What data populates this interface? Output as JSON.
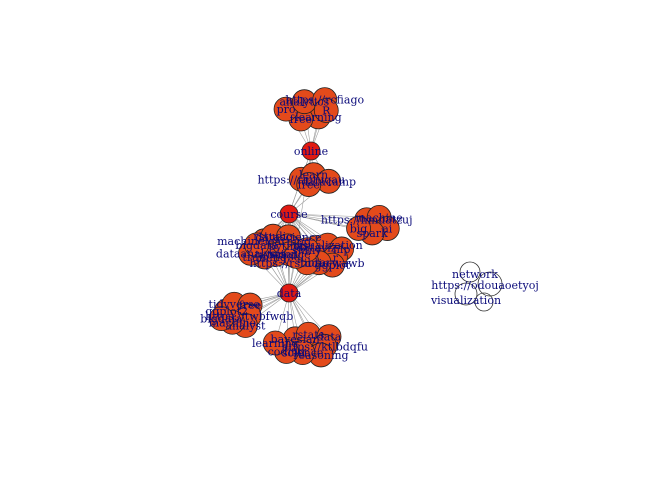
{
  "colors": {
    "node_fill": "#e34a1b",
    "node_fill_hub": "#e11a12",
    "label": "#0b0b7a",
    "edge": "#9a9a9a"
  },
  "hubs": {
    "online": "online",
    "course": "course",
    "data": "data"
  },
  "clusters": [
    {
      "id": "top",
      "labels": [
        "learning",
        "free",
        "pro",
        "analytics",
        "https://rcfiago",
        "R"
      ]
    },
    {
      "id": "upper-mid",
      "labels": [
        "https://rmtuqau",
        "learn",
        "datacamp",
        "free"
      ]
    },
    {
      "id": "center-left",
      "labels": [
        "machinelearning",
        "rstudio",
        "datascience",
        "python",
        "science",
        "tutorial",
        "training",
        "dataanalysis",
        "bigdata"
      ]
    },
    {
      "id": "center-right",
      "labels": [
        "dataviz",
        "visualization",
        "nlp",
        "r",
        "ggplot",
        "library",
        "https://rstudio.wawb",
        "sql",
        "shiny"
      ]
    },
    {
      "id": "right-small",
      "labels": [
        "https://hmuatzuj",
        "machine",
        "ai",
        "spark",
        "big"
      ]
    },
    {
      "id": "lower-left",
      "labels": [
        "ggplot2",
        "tidyverse",
        "free",
        "https://twbfwqb",
        "analyst",
        "machine",
        "bigdata"
      ]
    },
    {
      "id": "lower-right",
      "labels": [
        "bayesian",
        "rstats",
        "data",
        "https://ktlbdqfu",
        "reasoning",
        "science",
        "coding",
        "learning"
      ]
    }
  ],
  "isolates": [
    "network",
    "https://odouaoetyoj",
    "visualization"
  ]
}
